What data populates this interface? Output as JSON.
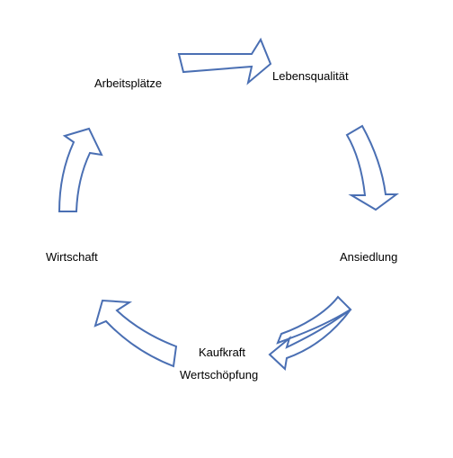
{
  "diagram": {
    "nodes": {
      "arbeitsplaetze": "Arbeitsplätze",
      "lebensqualitaet": "Lebensqualität",
      "ansiedlung": "Ansiedlung",
      "kaufkraft": "Kaufkraft",
      "wertschoepfung": "Wertschöpfung",
      "wirtschaft": "Wirtschaft"
    },
    "arrow_color": "#4a6fb3",
    "cycle": [
      "Arbeitsplätze",
      "Lebensqualität",
      "Ansiedlung",
      "Kaufkraft",
      "Wirtschaft"
    ]
  }
}
